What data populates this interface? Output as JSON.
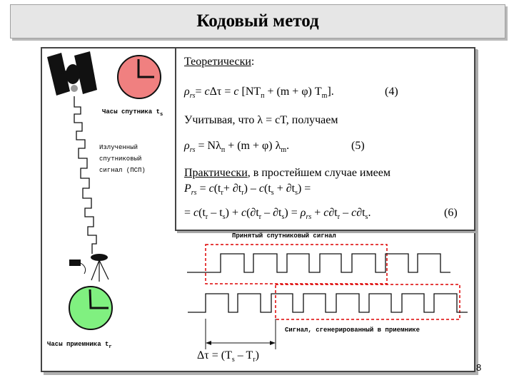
{
  "title": "Кодовый метод",
  "labels": {
    "sat_clock": "Часы спутника t",
    "sat_clock_sub": "s",
    "emitted_1": "Излученный",
    "emitted_2": "спутниковый",
    "emitted_3": "сигнал (ПСП)",
    "received": "Принятый спутниковый сигнал",
    "generated": "Сигнал, сгенерированный в приемнике",
    "rcv_clock": "Часы приемника t",
    "rcv_clock_sub": "r"
  },
  "text": {
    "theory": "Теоретически",
    "colon": ":",
    "eq4_num": "(4)",
    "given": "Учитывая, что λ = cT, получаем",
    "eq5_num": "(5)",
    "practice": "Практически",
    "practice_rest": ", в простейшем случае имеем",
    "eq6_num": "(6)"
  },
  "delta_label": "Δτ = (T",
  "page_number": "8",
  "colors": {
    "sat_clock": "#f08080",
    "rcv_clock": "#80f080",
    "dashed_box": "#dd0000"
  }
}
